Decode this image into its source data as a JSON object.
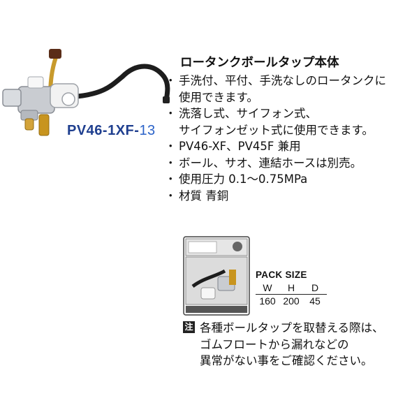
{
  "product": {
    "model_code_main": "PV46-1XF-",
    "model_code_suffix": "13",
    "title": "ロータンクボールタップ本体",
    "features": [
      "手洗付、平付、手洗なしのロータンクに",
      "使用できます。",
      "洗落し式、サイフォン式、",
      "サイフォンゼット式に使用できます。",
      "PV46-XF、PV45F 兼用",
      "ボール、サオ、連結ホースは別売。",
      "使用圧力 0.1〜0.75MPa",
      "材質 青銅"
    ],
    "feature_bullets": [
      true,
      false,
      true,
      false,
      true,
      true,
      true,
      true
    ]
  },
  "pack_size": {
    "title": "PACK SIZE",
    "headers": [
      "W",
      "H",
      "D"
    ],
    "values": [
      "160",
      "200",
      "45"
    ]
  },
  "note": {
    "badge": "注",
    "lines": [
      "各種ボールタップを取替える際は、",
      "ゴムフロートから漏れなどの",
      "異常がない事をご確認ください。"
    ]
  }
}
